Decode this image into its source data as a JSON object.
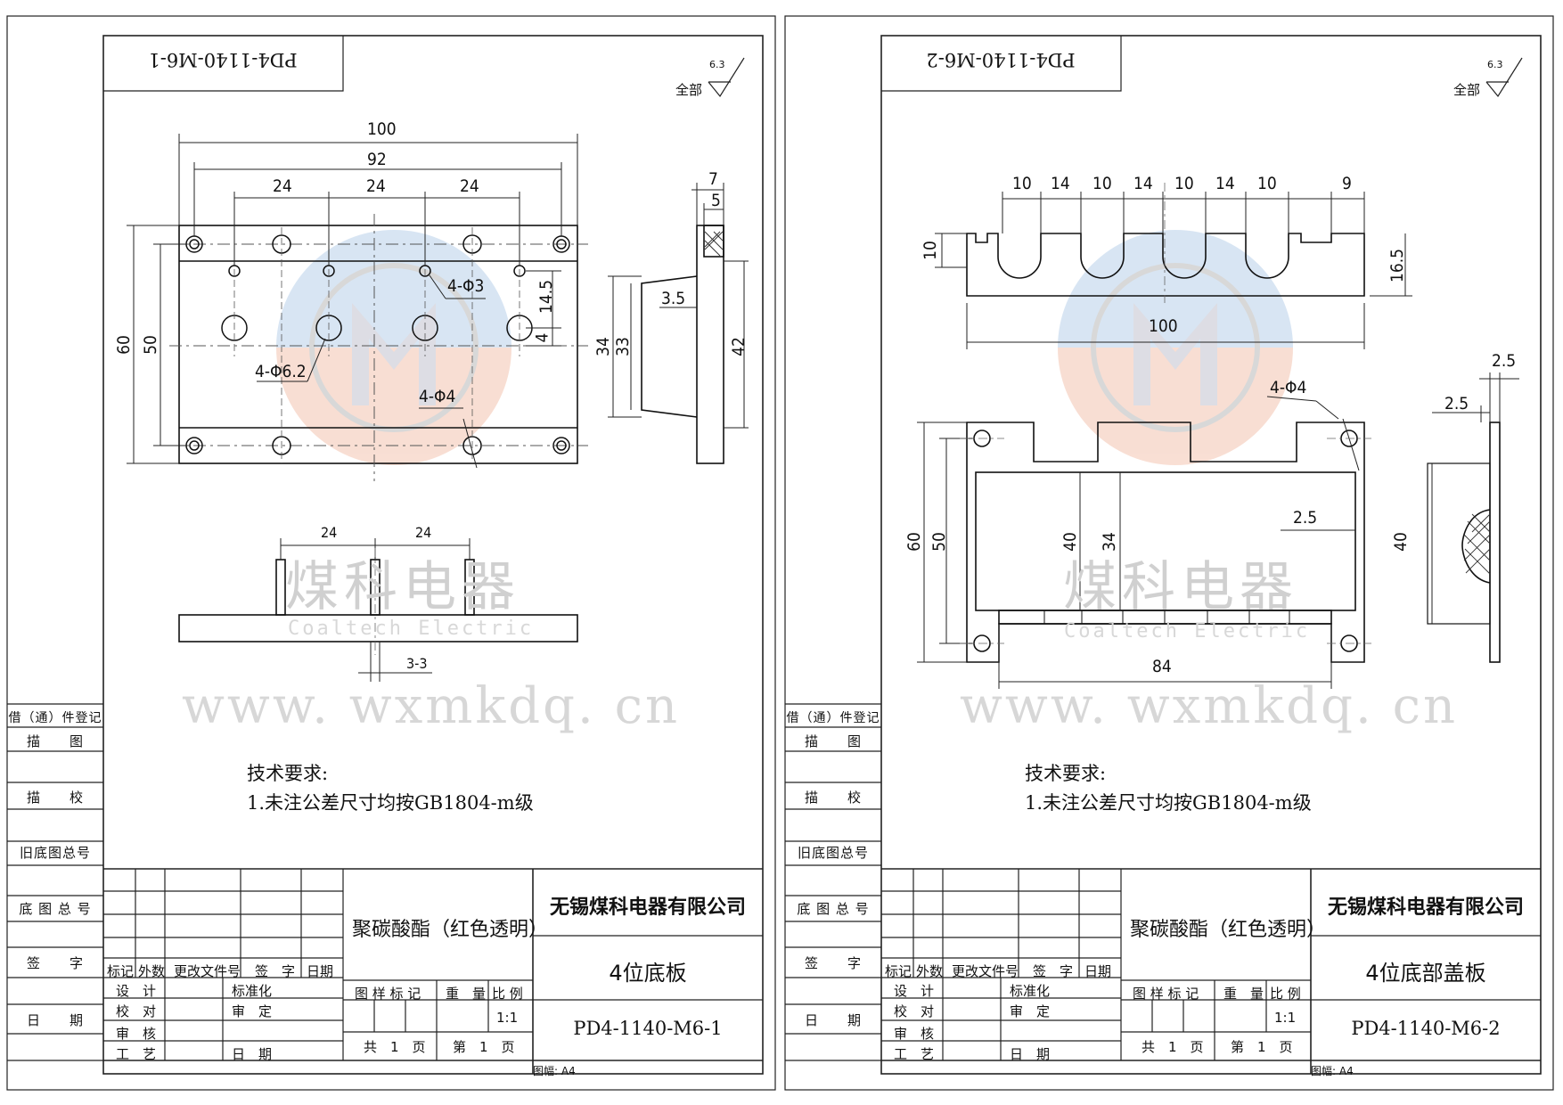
{
  "sheets": [
    {
      "header_code": "PD4-1140-M6-1",
      "roughness": {
        "value": "6.3",
        "label": "全部"
      },
      "side_panel": [
        "借（通）件登记",
        "描　　图",
        "描　　校",
        "旧底图总号",
        "底 图 总 号",
        "签　　字",
        "日　　期"
      ],
      "tech_title": "技术要求:",
      "tech_item": "1.未注公差尺寸均按GB1804-m级",
      "material": "聚碳酸酯（红色透明）",
      "company": "无锡煤科电器有限公司",
      "part_name": "4位底板",
      "drawing_no": "PD4-1140-M6-1",
      "sheet_size": "图幅: A4",
      "table": {
        "h1": "标记",
        "h2": "外数",
        "h3": "更改文件号",
        "h4": "签　字",
        "h5": "日期",
        "design": "设　计",
        "check": "校　对",
        "review": "审　核",
        "process": "工　艺",
        "std": "标准化",
        "approve": "审　定",
        "date": "日　期",
        "mark": "图 样 标 记",
        "weight": "重　量",
        "ratio": "比 例",
        "scale": "1:1",
        "total": "共　1　页",
        "page": "第　1　页"
      },
      "dims": {
        "d100": "100",
        "d92": "92",
        "d24a": "24",
        "d24b": "24",
        "d24c": "24",
        "d7": "7",
        "d5": "5",
        "d60": "60",
        "d50": "50",
        "d14_5": "14.5",
        "d4": "4",
        "d34": "34",
        "d33": "33",
        "d3_5": "3.5",
        "d42": "42",
        "h3": "4-Φ3",
        "h62": "4-Φ6.2",
        "h4": "4-Φ4",
        "b24a": "24",
        "b24b": "24",
        "b33": "3-3"
      }
    },
    {
      "header_code": "PD4-1140-M6-2",
      "roughness": {
        "value": "6.3",
        "label": "全部"
      },
      "side_panel": [
        "借（通）件登记",
        "描　　图",
        "描　　校",
        "旧底图总号",
        "底 图 总 号",
        "签　　字",
        "日　　期"
      ],
      "tech_title": "技术要求:",
      "tech_item": "1.未注公差尺寸均按GB1804-m级",
      "material": "聚碳酸酯（红色透明）",
      "company": "无锡煤科电器有限公司",
      "part_name": "4位底部盖板",
      "drawing_no": "PD4-1140-M6-2",
      "sheet_size": "图幅: A4",
      "table": {
        "h1": "标记",
        "h2": "外数",
        "h3": "更改文件号",
        "h4": "签　字",
        "h5": "日期",
        "design": "设　计",
        "check": "校　对",
        "review": "审　核",
        "process": "工　艺",
        "std": "标准化",
        "approve": "审　定",
        "date": "日　期",
        "mark": "图 样 标 记",
        "weight": "重　量",
        "ratio": "比 例",
        "scale": "1:1",
        "total": "共　1　页",
        "page": "第　1　页"
      },
      "dims": {
        "t1": "10",
        "t2": "14",
        "t3": "10",
        "t4": "14",
        "t5": "10",
        "t6": "14",
        "t7": "10",
        "t8": "9",
        "d10": "10",
        "d16_5": "16.5",
        "d100": "100",
        "d2_5a": "2.5",
        "d2_5b": "2.5",
        "d2_5c": "2.5",
        "h4": "4-Φ4",
        "d60": "60",
        "d50": "50",
        "d40": "40",
        "d34": "34",
        "d40s": "40",
        "d84": "84"
      }
    }
  ],
  "watermark": {
    "url": "www. wxmkdq. cn",
    "cn": "煤科电器",
    "en": "Coaltech Electric"
  }
}
